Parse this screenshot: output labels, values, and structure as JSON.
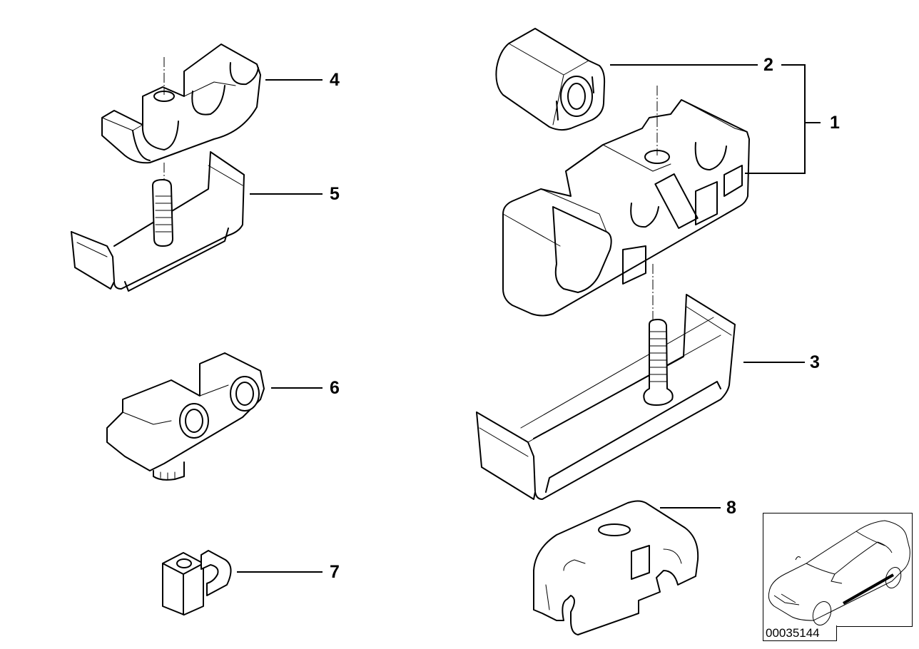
{
  "diagram": {
    "type": "exploded parts diagram",
    "subject": "pipe / line clamp holders",
    "callouts": [
      {
        "number": "1",
        "label": "1",
        "target": "pipe-holder-assembly (bracket 2 + holder body)"
      },
      {
        "number": "2",
        "label": "2",
        "target": "single-pipe-clip-insert"
      },
      {
        "number": "3",
        "label": "3",
        "target": "mounting-tray-with-threaded-stud-large"
      },
      {
        "number": "4",
        "label": "4",
        "target": "triple-pipe-clip"
      },
      {
        "number": "5",
        "label": "5",
        "target": "mounting-tray-with-threaded-stud-small"
      },
      {
        "number": "6",
        "label": "6",
        "target": "double-pipe-clip-with-base"
      },
      {
        "number": "7",
        "label": "7",
        "target": "single-pipe-clip-block"
      },
      {
        "number": "8",
        "label": "8",
        "target": "double-saddle-clamp"
      }
    ],
    "reference_number": "00035144",
    "thumbnail": "car-location-icon"
  }
}
